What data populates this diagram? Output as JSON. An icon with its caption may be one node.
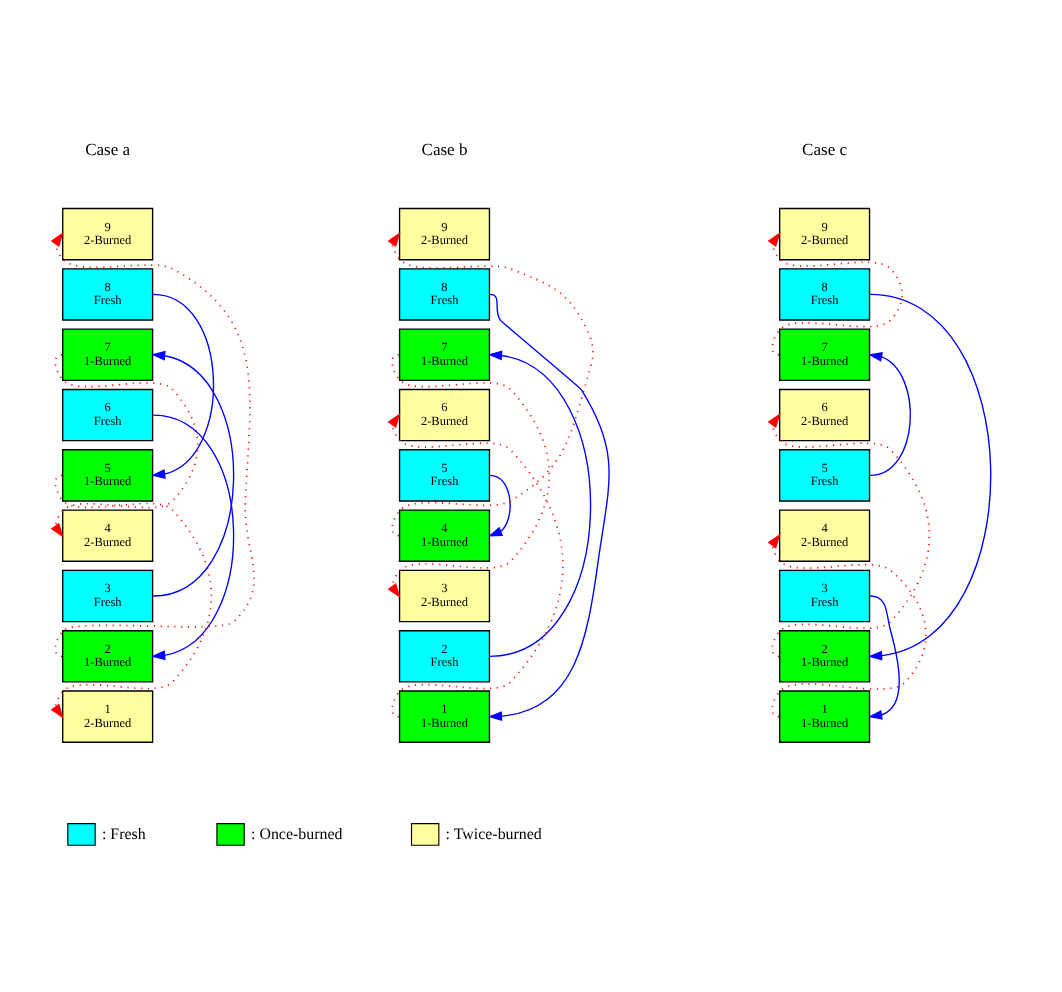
{
  "diagram": {
    "nodes": [
      {
        "text": [
          "9",
          "2-Burned"
        ]
      },
      {
        "text": [
          "8",
          "Fresh"
        ]
      },
      {
        "text": [
          "7",
          "1-Burned"
        ]
      },
      {
        "text": [
          "6",
          "Fresh"
        ]
      },
      {
        "text": [
          "5",
          "1-Burned"
        ]
      },
      {
        "text": [
          "4",
          "2-Burned"
        ]
      },
      {
        "text": [
          "3",
          "Fresh"
        ]
      },
      {
        "text": [
          "2",
          "1-Burned"
        ]
      },
      {
        "text": [
          "1",
          "2-Burned"
        ]
      },
      {
        "text": [
          "9",
          "2-Burned"
        ]
      },
      {
        "text": [
          "8",
          "Fresh"
        ]
      },
      {
        "text": [
          "7",
          "1-Burned"
        ]
      },
      {
        "text": [
          "6",
          "2-Burned"
        ]
      },
      {
        "text": [
          "5",
          "Fresh"
        ]
      },
      {
        "text": [
          "4",
          "1-Burned"
        ]
      },
      {
        "text": [
          "3",
          "2-Burned"
        ]
      },
      {
        "text": [
          "2",
          "Fresh"
        ]
      },
      {
        "text": [
          "1",
          "1-Burned"
        ]
      },
      {
        "text": [
          "9",
          "2-Burned"
        ]
      },
      {
        "text": [
          "8",
          "Fresh"
        ]
      },
      {
        "text": [
          "7",
          "1-Burned"
        ]
      },
      {
        "text": [
          "6",
          "2-Burned"
        ]
      },
      {
        "text": [
          "5",
          "Fresh"
        ]
      },
      {
        "text": [
          "4",
          "2-Burned"
        ]
      },
      {
        "text": [
          "3",
          "Fresh"
        ]
      },
      {
        "text": [
          "2",
          "1-Burned"
        ]
      },
      {
        "text": [
          "1",
          "1-Burned"
        ]
      }
    ],
    "edges": [
      {
        "from": 7,
        "to": 0,
        "arrow": "to",
        "style": "dashed",
        "color": "#ff0000"
      },
      {
        "from": 2,
        "to": 5,
        "arrow": "to",
        "style": "dashed",
        "color": "#ff0000"
      },
      {
        "from": 4,
        "to": 8,
        "arrow": "to",
        "style": "dashed",
        "color": "#ff0000"
      },
      {
        "from": 1,
        "to": 4,
        "arrow": "to",
        "color": "#0000ff"
      },
      {
        "from": 3,
        "to": 7,
        "arrow": "to",
        "color": "#0000ff"
      },
      {
        "from": 6,
        "to": 2,
        "arrow": "to",
        "color": "#0000ff"
      },
      {
        "from": 14,
        "to": 9,
        "arrow": "to",
        "style": "dashed",
        "color": "#ff0000"
      },
      {
        "from": 11,
        "to": 15,
        "arrow": "to",
        "style": "dashed",
        "color": "#ff0000"
      },
      {
        "from": 17,
        "to": 12,
        "arrow": "to",
        "style": "dashed",
        "color": "#ff0000"
      },
      {
        "from": 10,
        "to": 17,
        "arrow": "to",
        "color": "#0000ff"
      },
      {
        "from": 13,
        "to": 14,
        "arrow": "to",
        "color": "#0000ff"
      },
      {
        "from": 16,
        "to": 11,
        "arrow": "to",
        "color": "#0000ff"
      },
      {
        "from": 20,
        "to": 18,
        "arrow": "to",
        "style": "dashed",
        "color": "#ff0000"
      },
      {
        "from": 25,
        "to": 21,
        "arrow": "to",
        "style": "dashed",
        "color": "#ff0000"
      },
      {
        "from": 26,
        "to": 23,
        "arrow": "to",
        "style": "dashed",
        "color": "#ff0000"
      },
      {
        "from": 19,
        "to": 25,
        "arrow": "to",
        "color": "#0000ff"
      },
      {
        "from": 22,
        "to": 20,
        "arrow": "to",
        "color": "#0000ff"
      },
      {
        "from": 24,
        "to": 26,
        "arrow": "to",
        "color": "#0000ff"
      }
    ],
    "labels": [
      "Case a",
      "Case b",
      "Case c"
    ],
    "legend": [
      {
        "text": ": Fresh",
        "color": "#00ffff"
      },
      {
        "text": ": Once-burned",
        "color": "#00ff00"
      },
      {
        "text": ": Twice-burned",
        "color": "#ffffa0"
      }
    ]
  }
}
